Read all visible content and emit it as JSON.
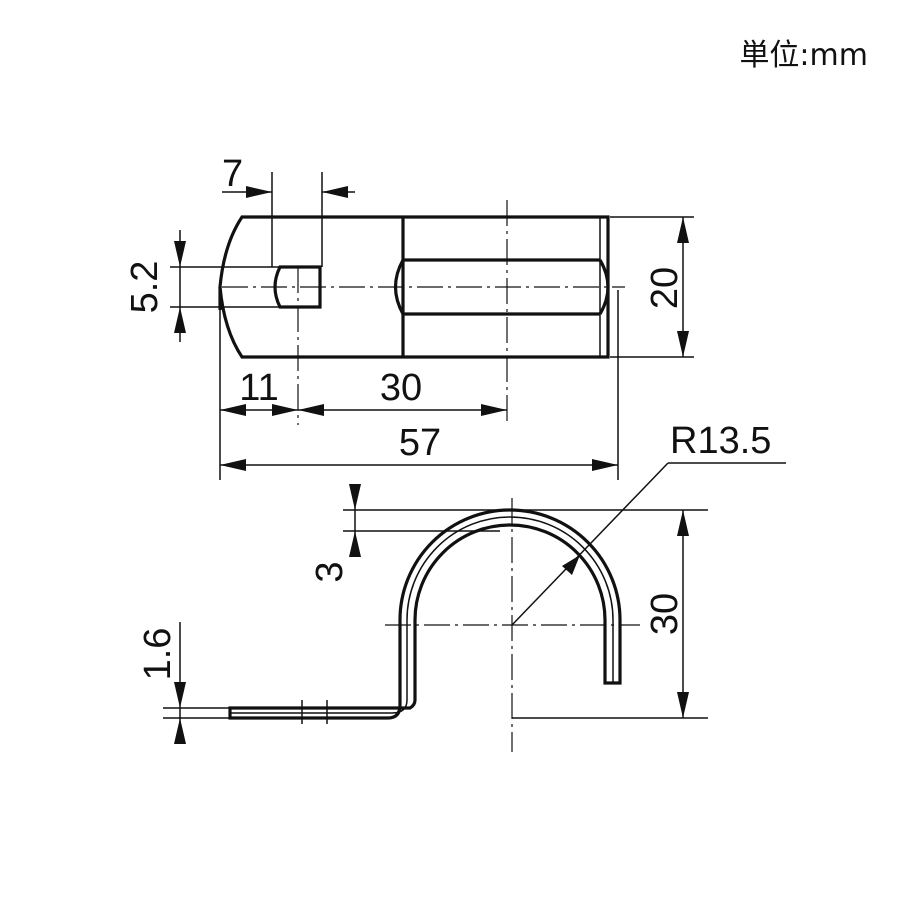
{
  "unit_label": "単位:mm",
  "dimensions": {
    "hole_width": "7",
    "hole_height": "5.2",
    "edge_to_hole": "11",
    "hole_to_center": "30",
    "total_length": "57",
    "width": "20",
    "radius": "R13.5",
    "band_thickness": "3",
    "plate_thickness": "1.6",
    "height": "30"
  }
}
